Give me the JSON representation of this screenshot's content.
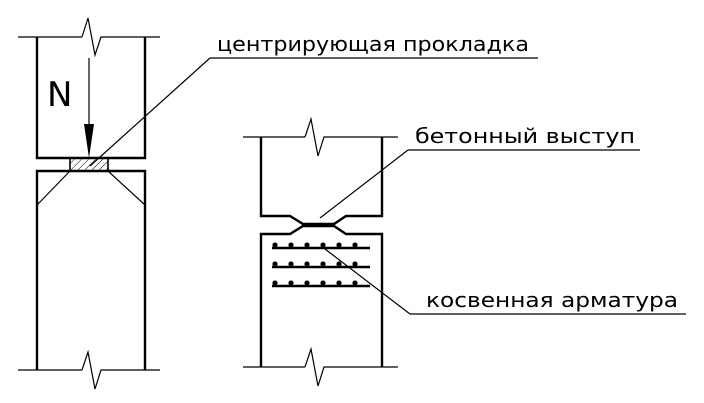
{
  "diagram": {
    "load_symbol": "N",
    "labels": {
      "centering_pad": "центрирующая прокладка",
      "concrete_protrusion": "бетонный выступ",
      "indirect_reinforcement": "косвенная арматура"
    }
  }
}
